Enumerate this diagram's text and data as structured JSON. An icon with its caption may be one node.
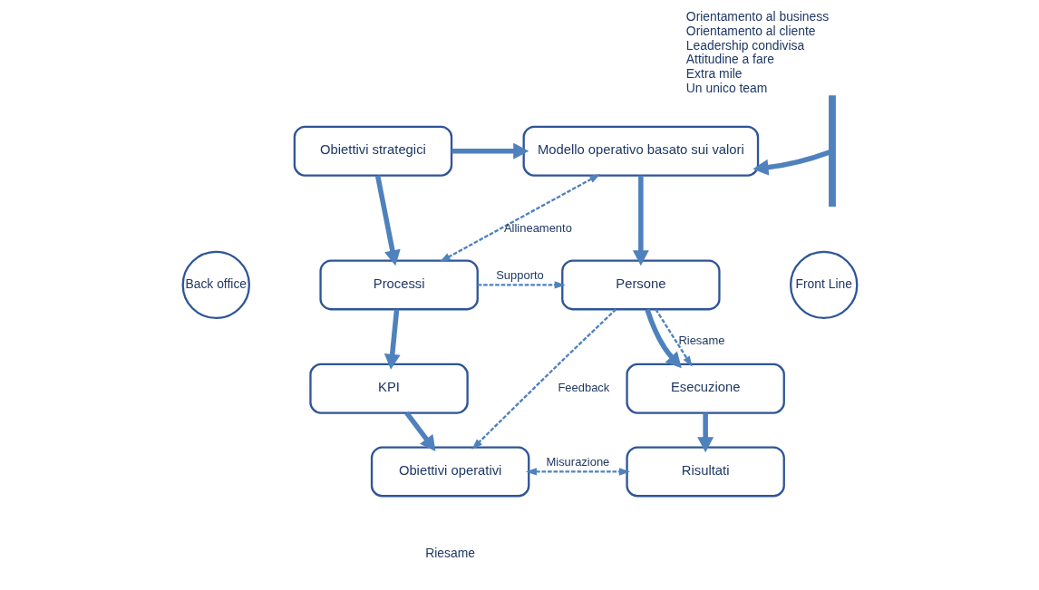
{
  "diagram": {
    "nodes": [
      {
        "text": [
          "Obiettivi strategici"
        ]
      },
      {
        "text": [
          "Modello operativo basato sui valori"
        ]
      },
      {
        "text": [],
        "shape": "bar",
        "beside": [
          "Orientamento al business",
          "Orientamento al cliente",
          "Leadership condivisa",
          "Attitudine a fare",
          "Extra mile",
          "Un unico team"
        ]
      },
      {
        "text": [
          "Back office"
        ]
      },
      {
        "text": [
          "Processi"
        ]
      },
      {
        "text": [
          "Persone"
        ]
      },
      {
        "text": [
          "Front Line"
        ]
      },
      {
        "text": [
          "KPI"
        ]
      },
      {
        "text": [
          "Esecuzione"
        ]
      },
      {
        "text": [
          "Obiettivi operativi"
        ]
      },
      {
        "text": [
          "Risultati"
        ]
      }
    ],
    "edges": [
      {
        "from": 0,
        "to": 1,
        "arrow": "to"
      },
      {
        "from": 2,
        "to": 1,
        "arrow": "to"
      },
      {
        "from": 4,
        "to": 1,
        "arrow": "both",
        "style": "dashed",
        "label": "Allineamento"
      },
      {
        "from": 0,
        "to": 4,
        "arrow": "to"
      },
      {
        "from": 1,
        "to": 5,
        "arrow": "to"
      },
      {
        "from": 4,
        "to": 5,
        "arrow": "to",
        "style": "dashed",
        "label": "Supporto"
      },
      {
        "from": 5,
        "to": 8,
        "arrow": "to",
        "style": "dashed",
        "label": "Riesame"
      },
      {
        "from": 4,
        "to": 7,
        "arrow": "to"
      },
      {
        "from": 5,
        "to": 8,
        "arrow": "to"
      },
      {
        "from": 5,
        "to": 9,
        "arrow": "to",
        "style": "dashed",
        "label": "Feedback"
      },
      {
        "from": 7,
        "to": 9,
        "arrow": "to"
      },
      {
        "from": 8,
        "to": 10,
        "arrow": "to"
      },
      {
        "from": 9,
        "to": 10,
        "arrow": "both",
        "style": "dashed",
        "label": "Misurazione"
      }
    ],
    "labels": [
      "Riesame"
    ]
  }
}
